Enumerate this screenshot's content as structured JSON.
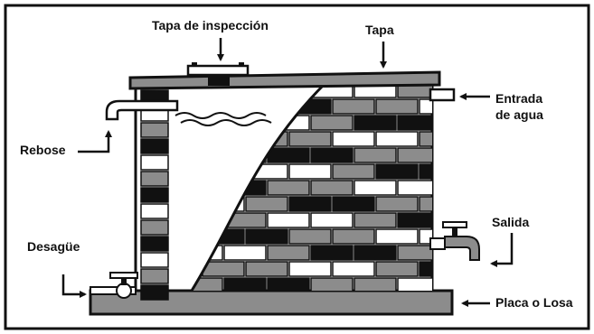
{
  "labels": {
    "inspection_lid": "Tapa de inspección",
    "lid": "Tapa",
    "water_inlet_line1": "Entrada",
    "water_inlet_line2": "de agua",
    "overflow": "Rebose",
    "outlet": "Salida",
    "drain": "Desagüe",
    "base_slab": "Placa o Losa"
  },
  "colors": {
    "outline": "#111111",
    "brick_black": "#111111",
    "brick_gray": "#8c8c8c",
    "brick_white": "#ffffff",
    "slab_gray": "#8c8c8c"
  }
}
